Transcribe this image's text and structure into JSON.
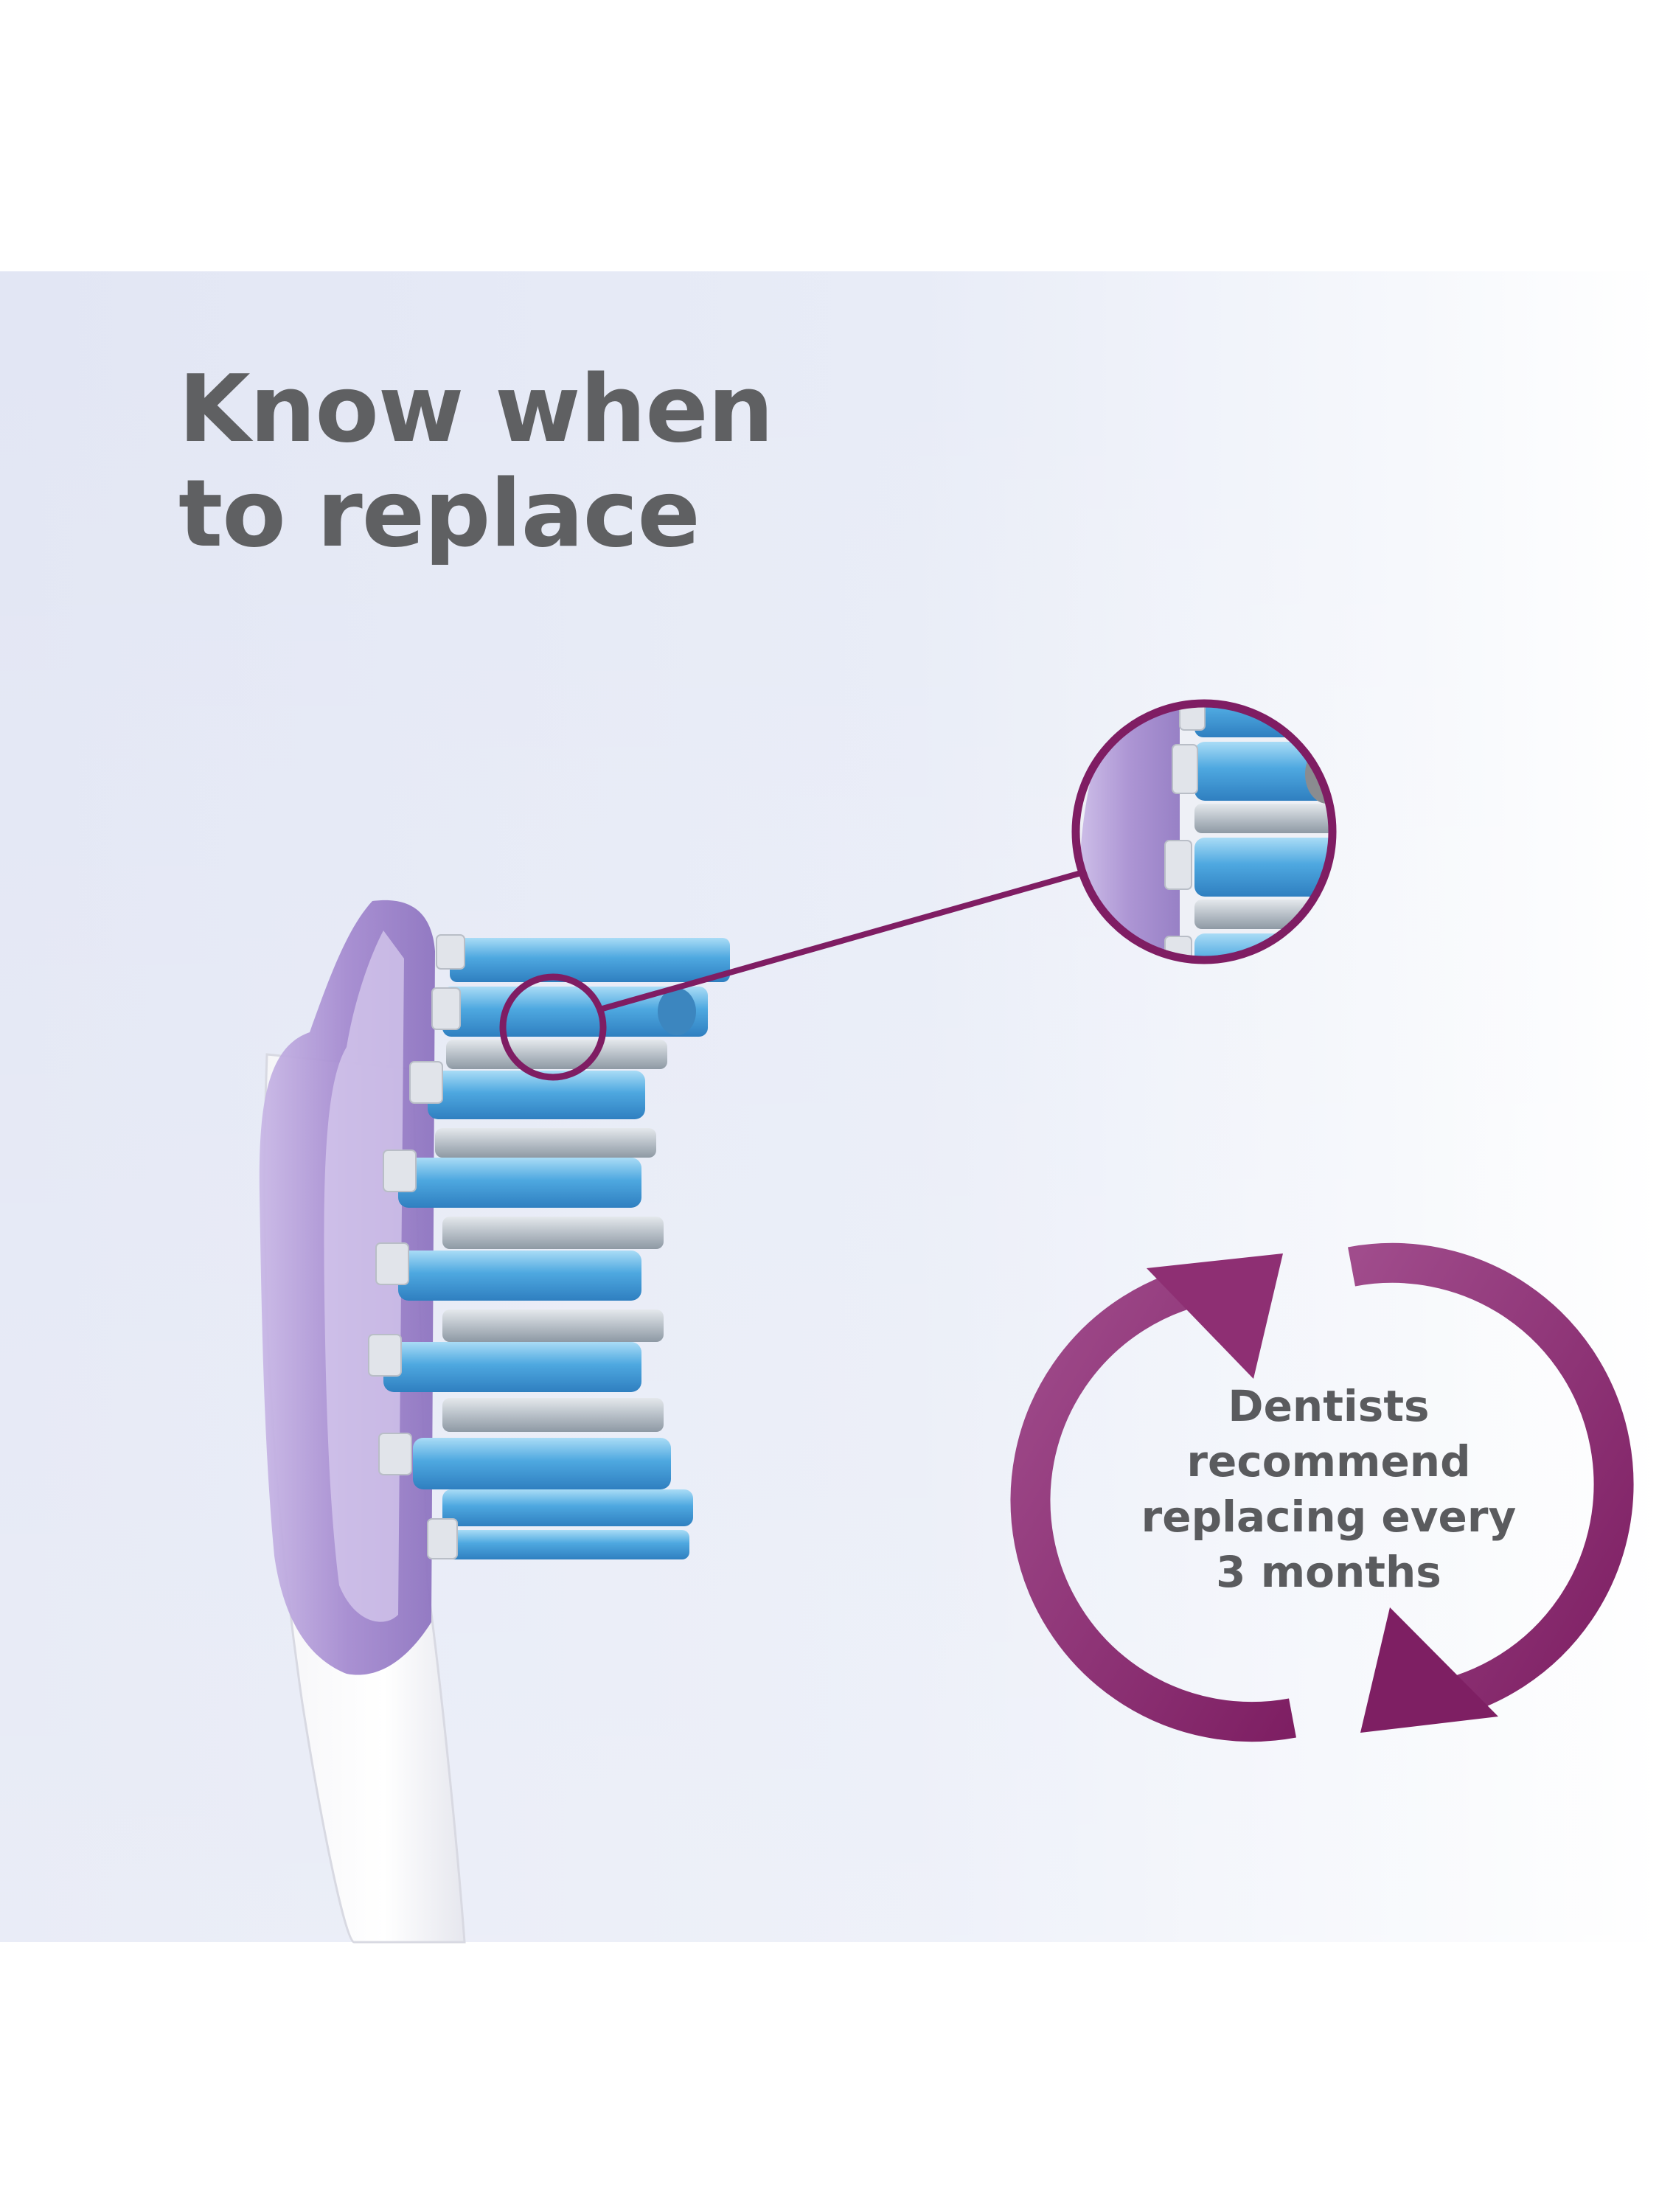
{
  "headline": {
    "line1": "Know when",
    "line2": "to replace"
  },
  "cycle_text": {
    "line1": "Dentists",
    "line2": "recommend",
    "line3": "replacing every",
    "line4": "3 months"
  },
  "colors": {
    "accent_purple": "#7f1d63",
    "headline_gray": "#5f6062",
    "bristle_blue": "#4ba3dd",
    "head_lavender": "#a890cf"
  },
  "icons": [
    "toothbrush-head-illustration",
    "magnifier-callout",
    "replace-cycle-arrows-icon"
  ]
}
